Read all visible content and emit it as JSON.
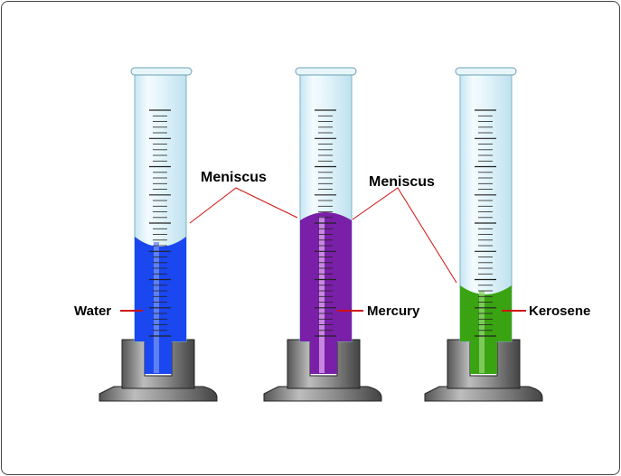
{
  "labels": {
    "meniscus_left": "Meniscus",
    "meniscus_right": "Meniscus",
    "water": "Water",
    "mercury": "Mercury",
    "kerosene": "Kerosene"
  },
  "cylinders": [
    {
      "name": "water",
      "liquid_level": 0.45,
      "meniscus": "concave",
      "liquid_color": "#1a47f0",
      "liquid_dark": "#0f2fb0"
    },
    {
      "name": "mercury",
      "liquid_level": 0.55,
      "meniscus": "convex",
      "liquid_color": "#7a1fa8",
      "liquid_dark": "#56107a"
    },
    {
      "name": "kerosene",
      "liquid_level": 0.22,
      "meniscus": "concave",
      "liquid_color": "#3aa312",
      "liquid_dark": "#277a08"
    }
  ],
  "colors": {
    "glass": "#dff3fb",
    "glass_edge": "#8cc3d6",
    "leader": "#d01010",
    "base": "#8a8a8a",
    "base_dark": "#333333"
  }
}
